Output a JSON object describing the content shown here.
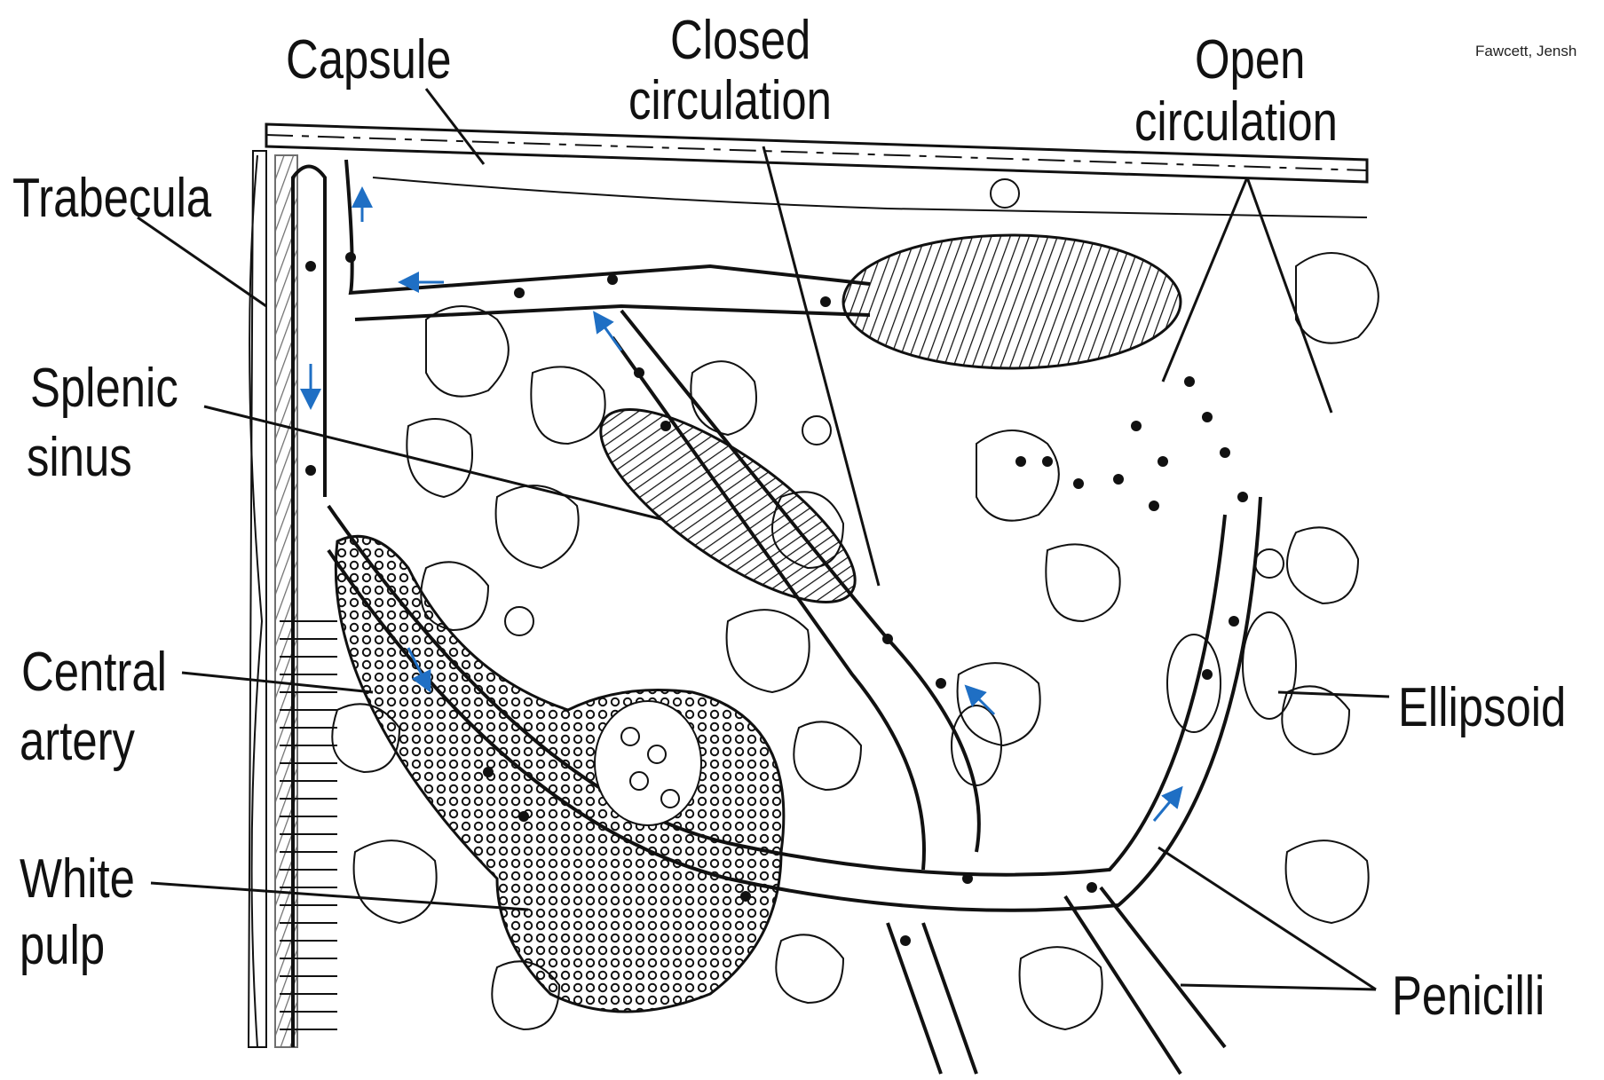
{
  "credit": "Fawcett, Jensh",
  "labels": {
    "capsule": "Capsule",
    "closed_line1": "Closed",
    "closed_line2": "circulation",
    "open_line1": "Open",
    "open_line2": "circulation",
    "trabecula": "Trabecula",
    "splenic_line1": "Splenic",
    "splenic_line2": "sinus",
    "central_line1": "Central",
    "central_line2": "artery",
    "white_line1": "White",
    "white_line2": "pulp",
    "ellipsoid": "Ellipsoid",
    "penicilli": "Penicilli"
  },
  "colors": {
    "ink": "#111111",
    "flow_arrow": "#1f6fc4",
    "background": "#ffffff"
  }
}
